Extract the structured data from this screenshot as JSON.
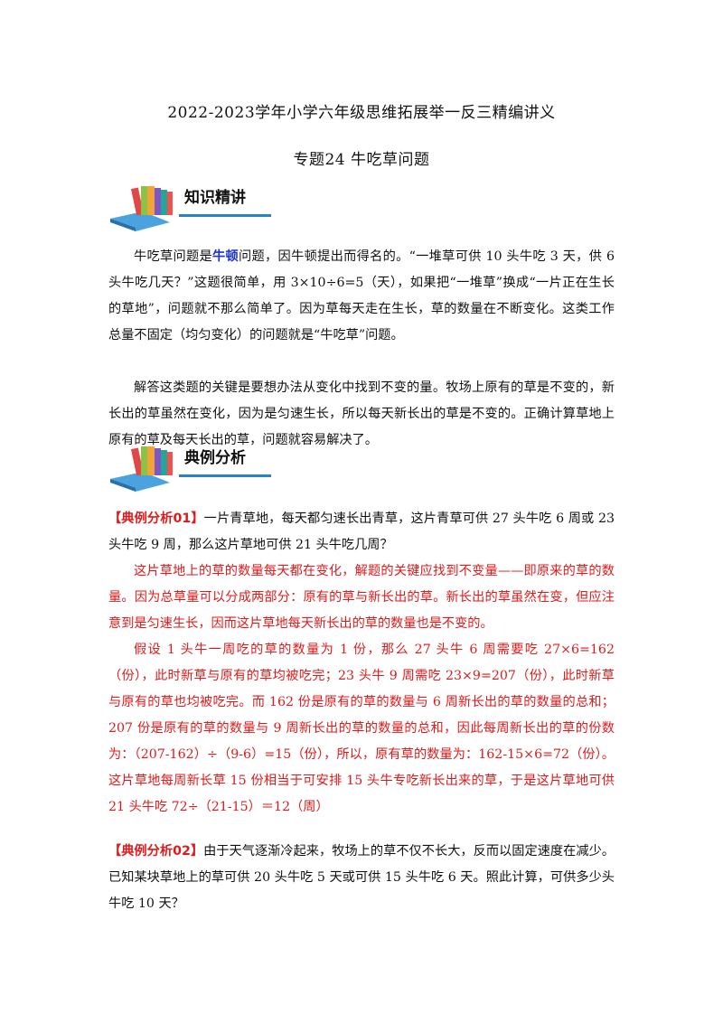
{
  "header": {
    "title": "2022-2023学年小学六年级思维拓展举一反三精编讲义",
    "subtitle": "专题24 牛吃草问题"
  },
  "sections": {
    "knowledge": "知识精讲",
    "examples": "典例分析"
  },
  "knowledge": {
    "p1_pre": "牛吃草问题是",
    "p1_name": "牛顿",
    "p1_post": "问题，因牛顿提出而得名的。“一堆草可供 10 头牛吃 3 天，供 6 头牛吃几天？”这题很简单，用 3×10÷6=5（天），如果把“一堆草”换成“一片正在生长的草地”，问题就不那么简单了。因为草每天走在生长，草的数量在不断变化。这类工作总量不固定（均匀变化）的问题就是“牛吃草”问题。",
    "p2": "解答这类题的关键是要想办法从变化中找到不变的量。牧场上原有的草是不变的，新长出的草虽然在变化，因为是匀速生长，所以每天新长出的草是不变的。正确计算草地上原有的草及每天长出的草，问题就容易解决了。"
  },
  "examples": {
    "ex1_tag": "【典例分析01】",
    "ex1_question": "一片青草地，每天都匀速长出青草，这片青草可供 27 头牛吃 6 周或 23 头牛吃 9 周，那么这片草地可供 21 头牛吃几周？",
    "ex1_a1": "这片草地上的草的数量每天都在变化，解题的关键应找到不变量——即原来的草的数量。因为总草量可以分成两部分：原有的草与新长出的草。新长出的草虽然在变，但应注意到是匀速生长，因而这片草地每天新长出的草的数量也是不变的。",
    "ex1_a2": "假设 1 头牛一周吃的草的数量为 1 份，那么 27 头牛 6 周需要吃 27×6=162（份），此时新草与原有的草均被吃完；23 头牛 9 周需吃 23×9=207（份），此时新草与原有的草也均被吃完。而 162 份是原有的草的数量与 6 周新长出的草的数量的总和；207 份是原有的草的数量与 9 周新长出的草的数量的总和，因此每周新长出的草的份数为：（207-162）÷（9-6）=15（份），所以，原有草的数量为：162-15×6=72（份）。这片草地每周新长草 15 份相当于可安排 15 头牛专吃新长出来的草，于是这片草地可供 21 头牛吃 72÷（21-15）＝12（周）",
    "ex2_tag": "【典例分析02】",
    "ex2_question": "由于天气逐渐冷起来，牧场上的草不仅不长大，反而以固定速度在减少。已知某块草地上的草可供 20 头牛吃 5 天或可供 15 头牛吃 6 天。照此计算，可供多少头牛吃 10 天？"
  },
  "colors": {
    "accent": "#e01a1a",
    "link": "#1a33d6",
    "rule": "#2a7fd0"
  }
}
